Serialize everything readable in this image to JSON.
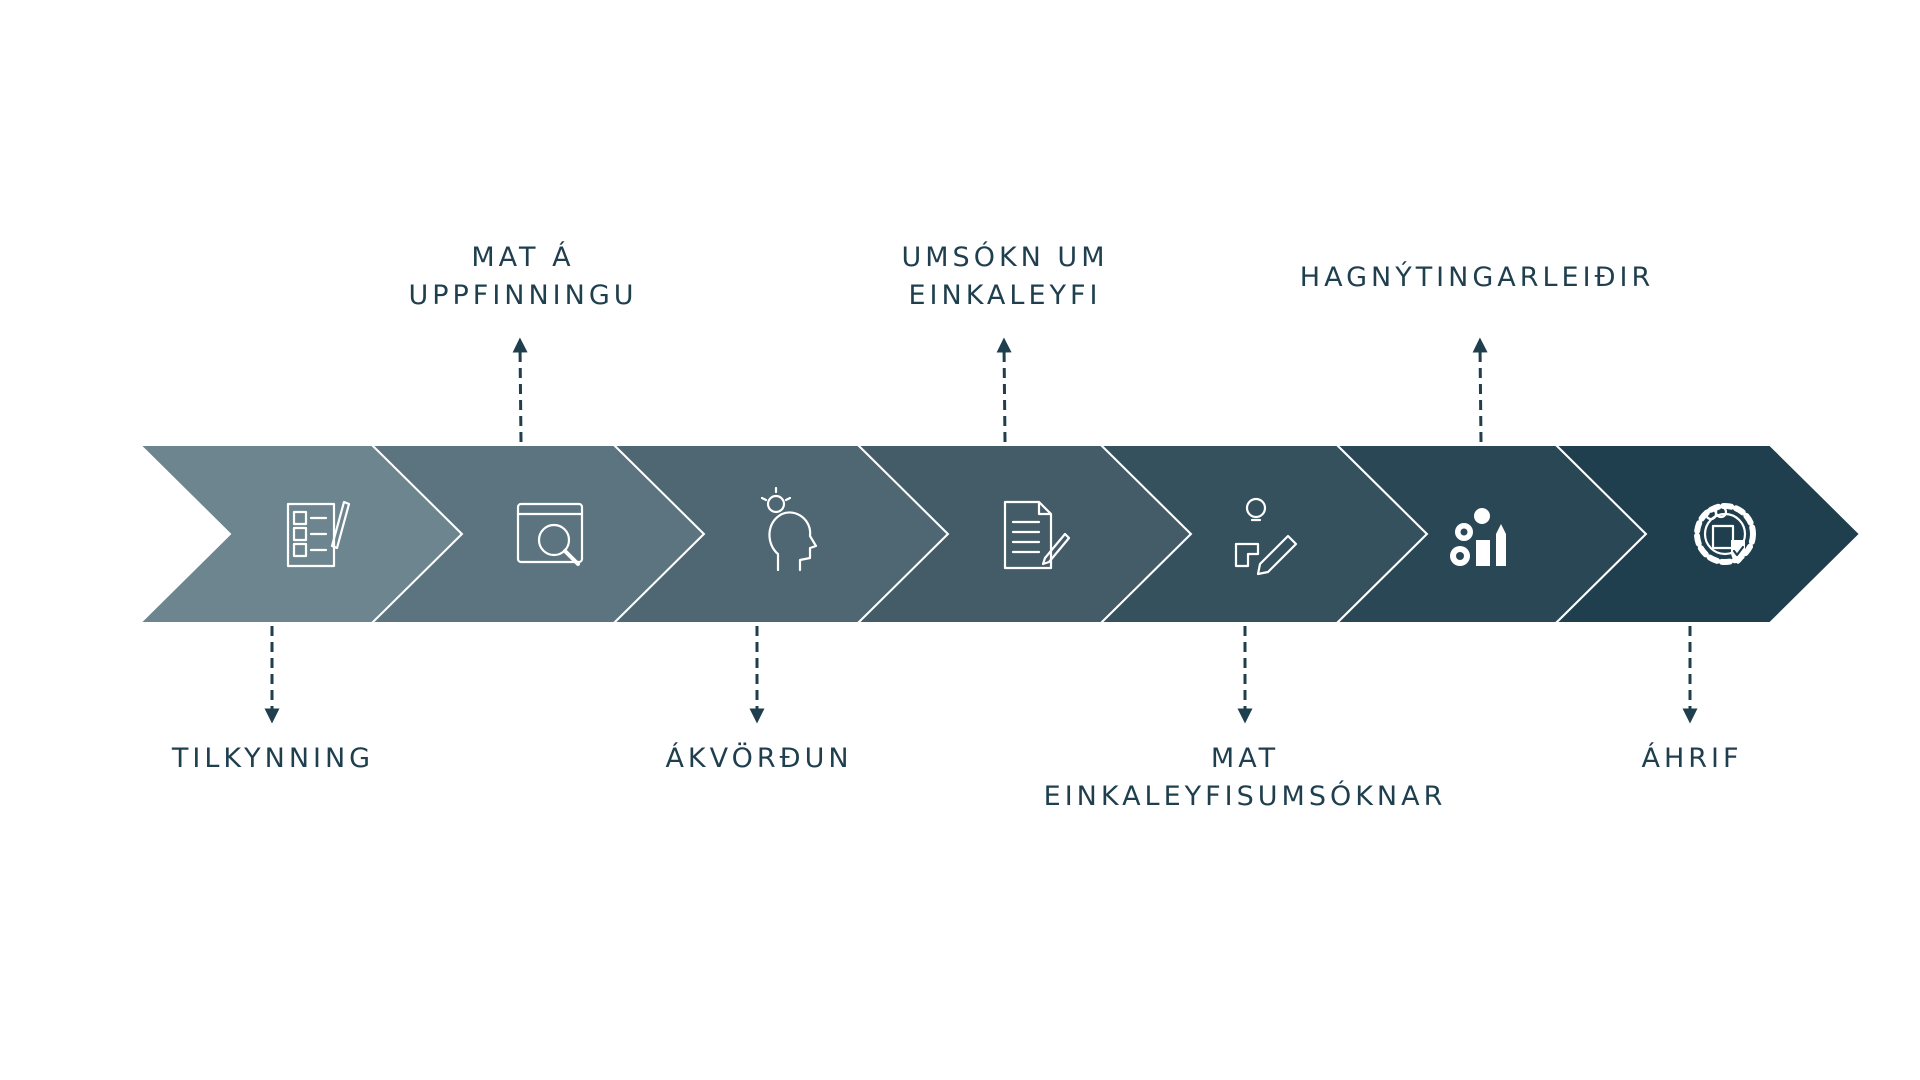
{
  "colors": {
    "background": "#ffffff",
    "text": "#1f3f4e",
    "connector": "#1f3f4e",
    "chevron_border": "#ffffff",
    "chevrons": [
      "#6d858f",
      "#5c747f",
      "#4e6772",
      "#435c68",
      "#35515e",
      "#2a4756",
      "#1f3f4e"
    ]
  },
  "steps": [
    {
      "icon": "checklist-icon",
      "label_lines": [
        "TILKYNNING"
      ],
      "label_position": "below"
    },
    {
      "icon": "search-window-icon",
      "label_lines": [
        "MAT Á",
        "UPPFINNINGU"
      ],
      "label_position": "above"
    },
    {
      "icon": "idea-head-icon",
      "label_lines": [
        "ÁKVÖRÐUN"
      ],
      "label_position": "below"
    },
    {
      "icon": "document-pen-icon",
      "label_lines": [
        "UMSÓKN UM",
        "EINKALEYFI"
      ],
      "label_position": "above"
    },
    {
      "icon": "idea-pencil-icon",
      "label_lines": [
        "MAT",
        "EINKALEYFISUMSÓKNAR"
      ],
      "label_position": "below"
    },
    {
      "icon": "gears-idea-icon",
      "label_lines": [
        "HAGNÝTINGARLEIÐIR"
      ],
      "label_position": "above"
    },
    {
      "icon": "gear-shield-icon",
      "label_lines": [
        "ÁHRIF"
      ],
      "label_position": "below"
    }
  ]
}
